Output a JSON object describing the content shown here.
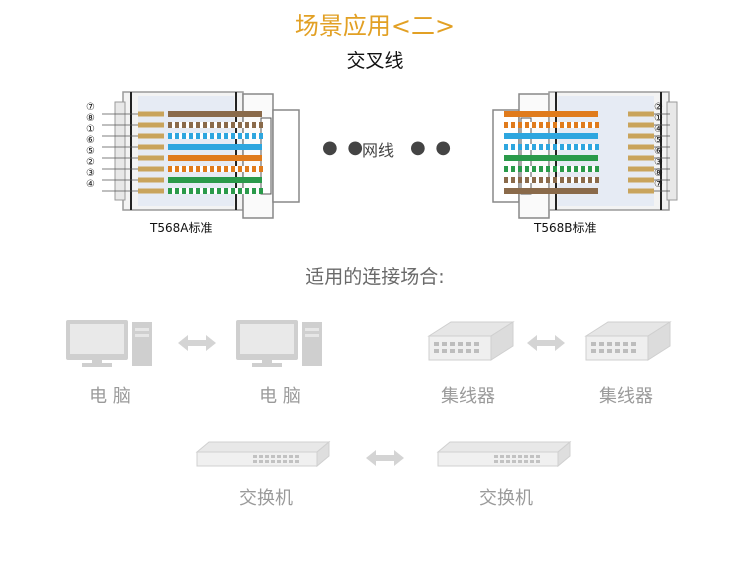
{
  "header": {
    "title": "场景应用",
    "title_bracket": "<二>",
    "subtitle": "交叉线"
  },
  "connectors": {
    "left": {
      "standard_label": "T568A标准",
      "pin_numbers": [
        "⑦",
        "⑧",
        "①",
        "⑥",
        "⑤",
        "②",
        "③",
        "④"
      ],
      "wires": [
        {
          "color": "#8a6a4a",
          "striped": false
        },
        {
          "color": "#8a6a4a",
          "striped": true
        },
        {
          "color": "#2ea6df",
          "striped": true
        },
        {
          "color": "#2ea6df",
          "striped": false
        },
        {
          "color": "#e07b1c",
          "striped": false
        },
        {
          "color": "#e07b1c",
          "striped": true
        },
        {
          "color": "#2a9a4a",
          "striped": false
        },
        {
          "color": "#2a9a4a",
          "striped": true
        }
      ]
    },
    "right": {
      "standard_label": "T568B标准",
      "pin_numbers": [
        "②",
        "①",
        "④",
        "⑤",
        "⑥",
        "③",
        "⑧",
        "⑦"
      ],
      "wires": [
        {
          "color": "#e07b1c",
          "striped": false
        },
        {
          "color": "#e07b1c",
          "striped": true
        },
        {
          "color": "#2ea6df",
          "striped": false
        },
        {
          "color": "#2ea6df",
          "striped": true
        },
        {
          "color": "#2a9a4a",
          "striped": false
        },
        {
          "color": "#2a9a4a",
          "striped": true
        },
        {
          "color": "#8a6a4a",
          "striped": true
        },
        {
          "color": "#8a6a4a",
          "striped": false
        }
      ]
    },
    "cable_label": "网线"
  },
  "scenarios": {
    "title": "适用的连接场合:",
    "pc_label_1": "电  脑",
    "pc_label_2": "电  脑",
    "hub_label_1": "集线器",
    "hub_label_2": "集线器",
    "switch_label_1": "交换机",
    "switch_label_2": "交换机"
  },
  "colors": {
    "title_accent": "#e2a024",
    "device_gray": "#c8c8c8",
    "arrow_gray": "#d4d4d4"
  }
}
